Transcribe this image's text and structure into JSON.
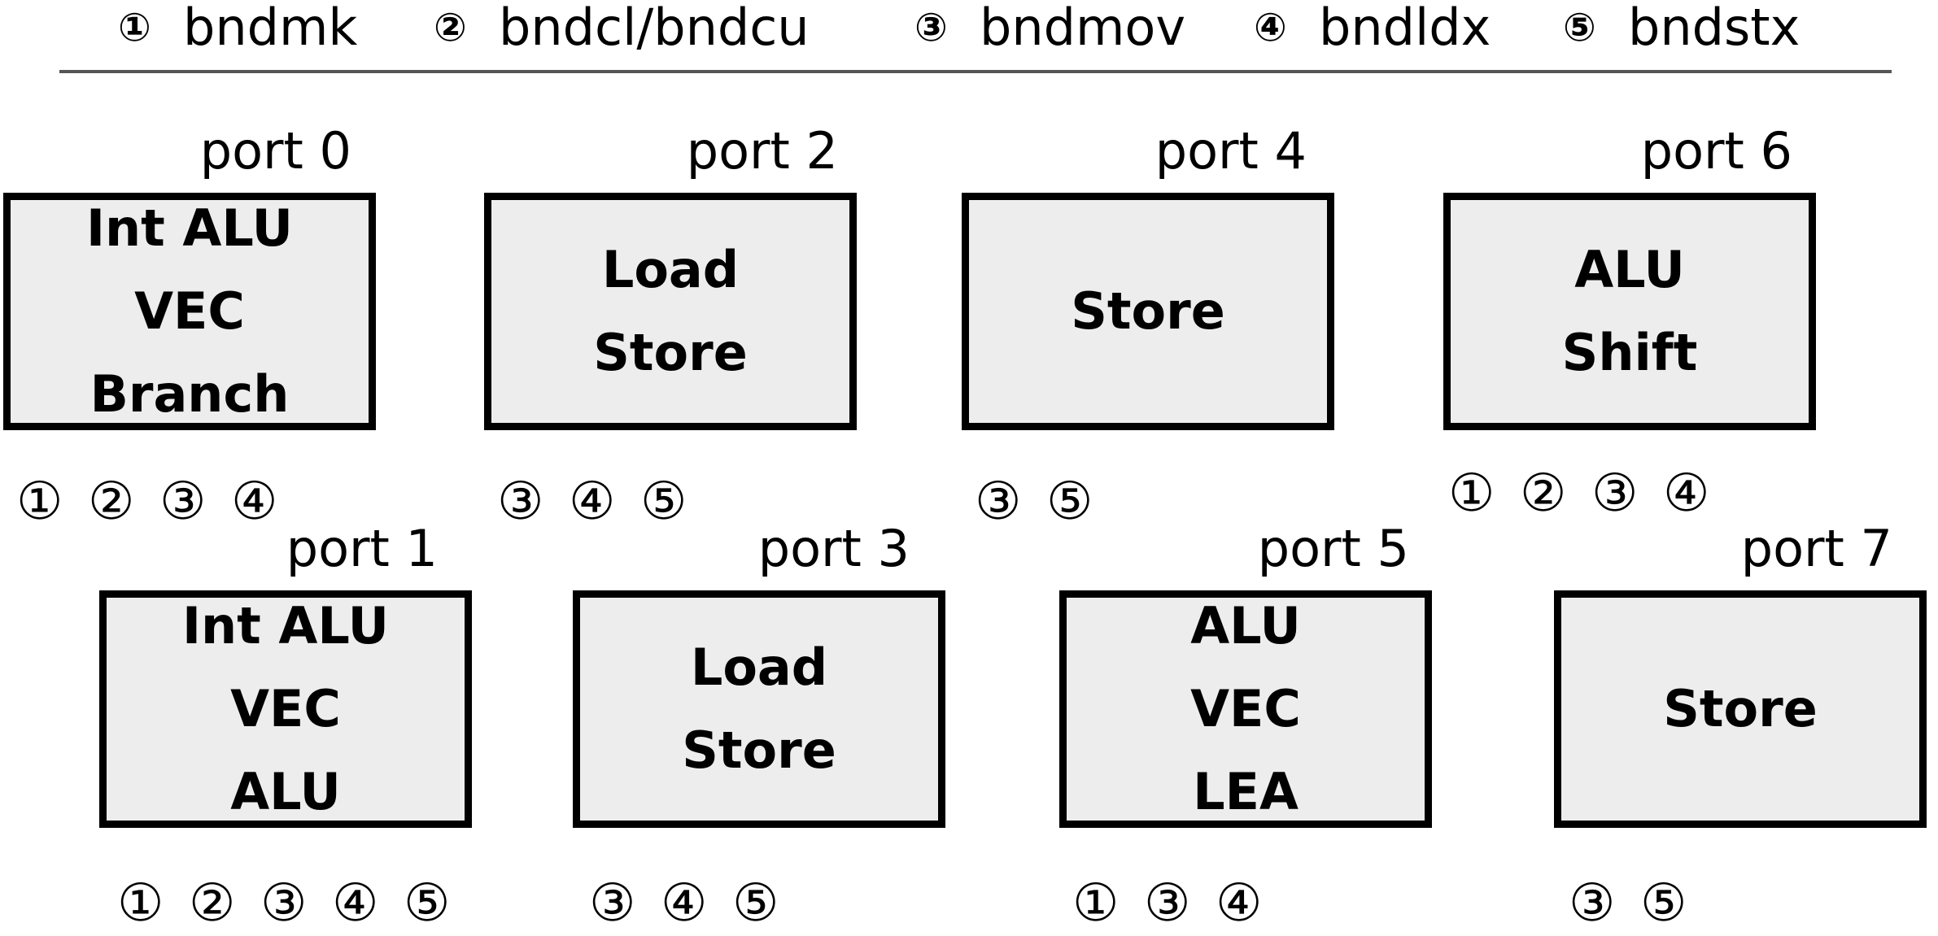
{
  "legend": [
    {
      "num": "①",
      "label": "bndmk"
    },
    {
      "num": "②",
      "label": "bndcl/bndcu"
    },
    {
      "num": "③",
      "label": "bndmov"
    },
    {
      "num": "④",
      "label": "bndldx"
    },
    {
      "num": "⑤",
      "label": "bndstx"
    }
  ],
  "ports": [
    {
      "label": "port 0",
      "units": [
        "Int ALU",
        "VEC",
        "Branch"
      ],
      "instructions": [
        "①",
        "②",
        "③",
        "④"
      ]
    },
    {
      "label": "port 1",
      "units": [
        "Int ALU",
        "VEC",
        "ALU"
      ],
      "instructions": [
        "①",
        "②",
        "③",
        "④",
        "⑤"
      ]
    },
    {
      "label": "port 2",
      "units": [
        "Load",
        "Store"
      ],
      "instructions": [
        "③",
        "④",
        "⑤"
      ]
    },
    {
      "label": "port 3",
      "units": [
        "Load",
        "Store"
      ],
      "instructions": [
        "③",
        "④",
        "⑤"
      ]
    },
    {
      "label": "port 4",
      "units": [
        "Store"
      ],
      "instructions": [
        "③",
        "⑤"
      ]
    },
    {
      "label": "port 5",
      "units": [
        "ALU",
        "VEC",
        "LEA"
      ],
      "instructions": [
        "①",
        "③",
        "④"
      ]
    },
    {
      "label": "port 6",
      "units": [
        "ALU",
        "Shift"
      ],
      "instructions": [
        "①",
        "②",
        "③",
        "④"
      ]
    },
    {
      "label": "port 7",
      "units": [
        "Store"
      ],
      "instructions": [
        "③",
        "⑤"
      ]
    }
  ]
}
